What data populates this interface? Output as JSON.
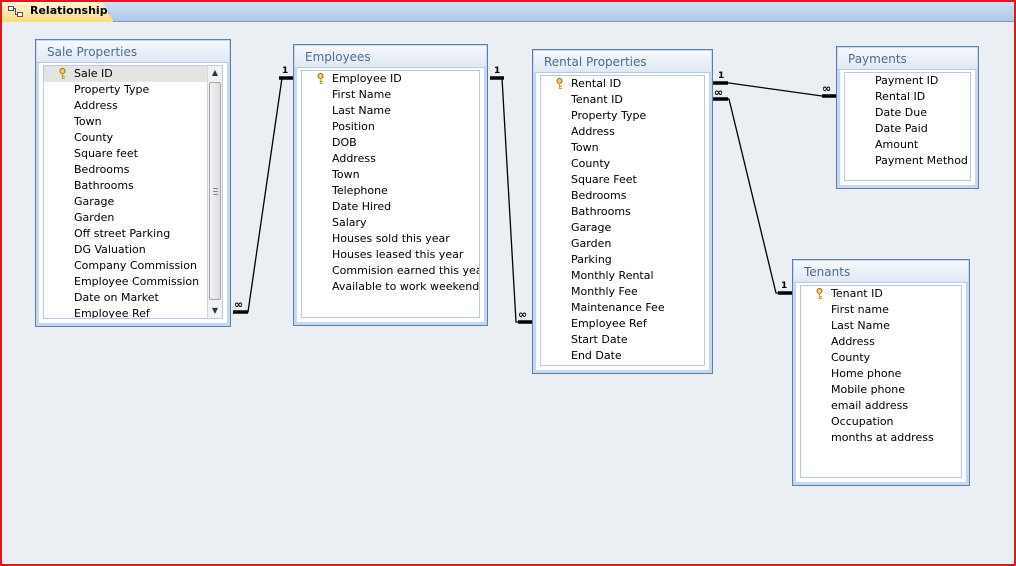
{
  "tab": {
    "label": "Relationships",
    "icon": "relationships-icon"
  },
  "tables": {
    "sale_properties": {
      "title": "Sale Properties",
      "fields": [
        "Sale ID",
        "Property Type",
        "Address",
        "Town",
        "County",
        "Square feet",
        "Bedrooms",
        "Bathrooms",
        "Garage",
        "Garden",
        "Off street Parking",
        "DG Valuation",
        "Company Commission",
        "Employee Commission",
        "Date on Market",
        "Employee Ref"
      ],
      "primary_key": "Sale ID"
    },
    "employees": {
      "title": "Employees",
      "fields": [
        "Employee ID",
        "First Name",
        "Last Name",
        "Position",
        "DOB",
        "Address",
        "Town",
        "Telephone",
        "Date Hired",
        "Salary",
        "Houses sold this year",
        "Houses leased this year",
        "Commision earned this year",
        "Available to work weekends"
      ],
      "primary_key": "Employee ID"
    },
    "rental_properties": {
      "title": "Rental Properties",
      "fields": [
        "Rental ID",
        "Tenant ID",
        "Property Type",
        "Address",
        "Town",
        "County",
        "Square Feet",
        "Bedrooms",
        "Bathrooms",
        "Garage",
        "Garden",
        "Parking",
        "Monthly Rental",
        "Monthly Fee",
        "Maintenance Fee",
        "Employee Ref",
        "Start Date",
        "End Date"
      ],
      "primary_key": "Rental ID"
    },
    "payments": {
      "title": "Payments",
      "fields": [
        "Payment ID",
        "Rental ID",
        "Date Due",
        "Date Paid",
        "Amount",
        "Payment Method"
      ],
      "primary_key": ""
    },
    "tenants": {
      "title": "Tenants",
      "fields": [
        "Tenant ID",
        "First name",
        "Last Name",
        "Address",
        "County",
        "Home phone",
        "Mobile phone",
        "email address",
        "Occupation",
        "months at address"
      ],
      "primary_key": "Tenant ID"
    }
  },
  "cardinality": {
    "one": "1",
    "many": "∞"
  },
  "colors": {
    "frame_border": "#e01818",
    "canvas": "#ebeef3",
    "table_border": "#5d7fae",
    "table_title_text": "#4f6b8e"
  }
}
